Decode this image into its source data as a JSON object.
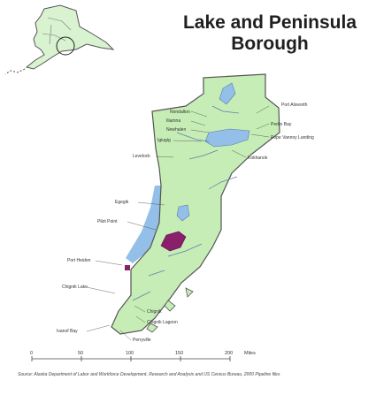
{
  "map": {
    "title_line1": "Lake and Peninsula",
    "title_line2": "Borough",
    "places": [
      "Nondalton",
      "Port Alsworth",
      "Pedro Bay",
      "Pope Vannoy Landing",
      "Iliamna",
      "Newhalen",
      "Kokhanok",
      "Igiugig",
      "Levelock",
      "Egegik",
      "Port Heiden",
      "Chignik",
      "Chignik Lake",
      "Chignik Lagoon",
      "Ivanof Bay",
      "Perryville",
      "Pilot Point"
    ],
    "scale": {
      "ticks": [
        "0",
        "50",
        "100",
        "150",
        "200"
      ],
      "unit": "Miles"
    },
    "source": "Source: Alaska Department of Labor and Workforce Development, Research and Analysis and US Census Bureau, 2000 Pipeline files"
  },
  "colors": {
    "land": "#c6edb5",
    "water": "#93bfe8",
    "outline": "#555555",
    "highlight": "#8a1f6b"
  }
}
